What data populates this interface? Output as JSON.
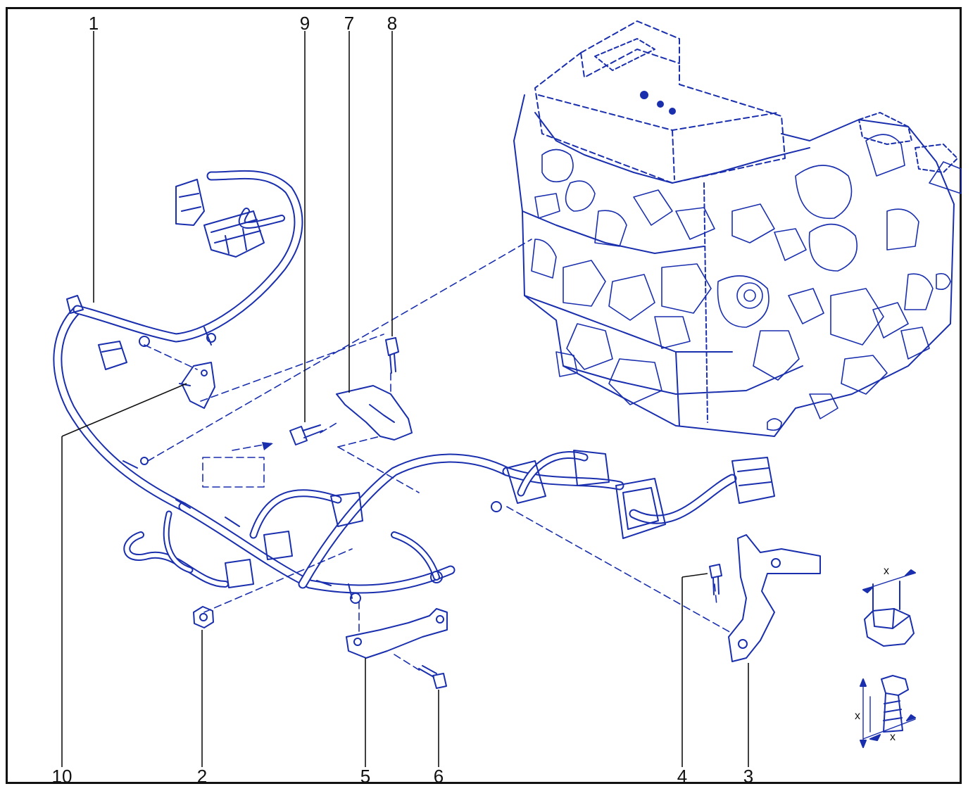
{
  "callouts": [
    {
      "id": "1",
      "text": "1"
    },
    {
      "id": "9",
      "text": "9"
    },
    {
      "id": "7",
      "text": "7"
    },
    {
      "id": "8",
      "text": "8"
    },
    {
      "id": "10",
      "text": "10"
    },
    {
      "id": "2",
      "text": "2"
    },
    {
      "id": "5",
      "text": "5"
    },
    {
      "id": "6",
      "text": "6"
    },
    {
      "id": "4",
      "text": "4"
    },
    {
      "id": "3",
      "text": "3"
    }
  ],
  "dimension_marks": {
    "nut_x": "x",
    "bolt_x_length": "x",
    "bolt_x_diameter": "x"
  },
  "colors": {
    "line": "#1a2fae",
    "frame": "#111111",
    "background": "#ffffff"
  }
}
